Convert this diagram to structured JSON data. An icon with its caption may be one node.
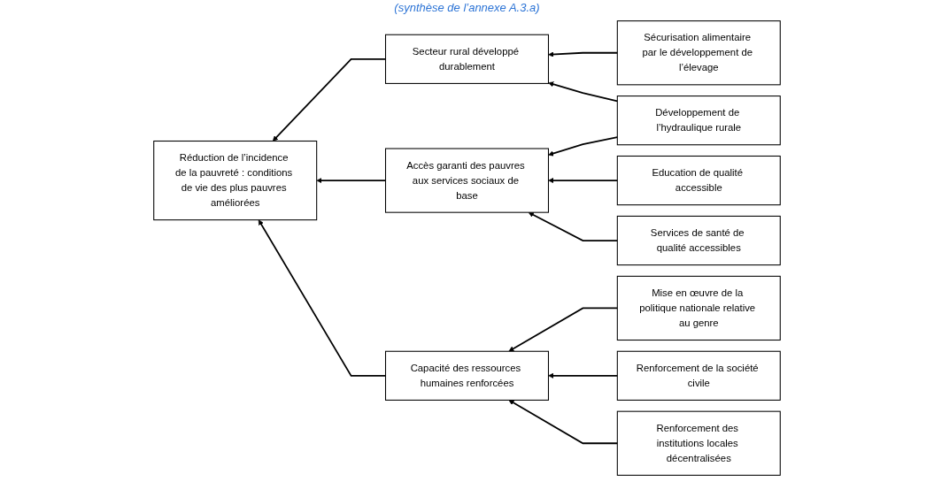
{
  "diagram": {
    "caption": "(synthèse de l’annexe A.3.a)",
    "nodes": [
      {
        "text": [
          "Réduction de l’incidence de la pauvreté : conditions de vie des plus pauvres améliorées"
        ]
      },
      {
        "text": [
          "Secteur rural développé durablement"
        ]
      },
      {
        "text": [
          "Accès garanti des pauvres aux services sociaux de base"
        ]
      },
      {
        "text": [
          "Capacité des ressources humaines renforcées"
        ]
      },
      {
        "text": [
          "Sécurisation alimentaire par le développement de l’élevage"
        ]
      },
      {
        "text": [
          "Développement de l’hydraulique rurale"
        ]
      },
      {
        "text": [
          "Education de qualité accessible"
        ]
      },
      {
        "text": [
          "Services de santé de qualité accessibles"
        ]
      },
      {
        "text": [
          "Mise en œuvre de la politique nationale relative au genre"
        ]
      },
      {
        "text": [
          "Renforcement de la société civile"
        ]
      },
      {
        "text": [
          "Renforcement des institutions locales décentralisées"
        ]
      }
    ],
    "edges": [
      {
        "from": 1,
        "to": 0,
        "arrow": "to"
      },
      {
        "from": 2,
        "to": 0,
        "arrow": "to"
      },
      {
        "from": 3,
        "to": 0,
        "arrow": "to"
      },
      {
        "from": 4,
        "to": 1,
        "arrow": "to"
      },
      {
        "from": 5,
        "to": 1,
        "arrow": "to"
      },
      {
        "from": 5,
        "to": 2,
        "arrow": "to"
      },
      {
        "from": 6,
        "to": 2,
        "arrow": "to"
      },
      {
        "from": 7,
        "to": 2,
        "arrow": "to"
      },
      {
        "from": 8,
        "to": 3,
        "arrow": "to"
      },
      {
        "from": 9,
        "to": 3,
        "arrow": "to"
      },
      {
        "from": 10,
        "to": 3,
        "arrow": "to"
      }
    ]
  }
}
